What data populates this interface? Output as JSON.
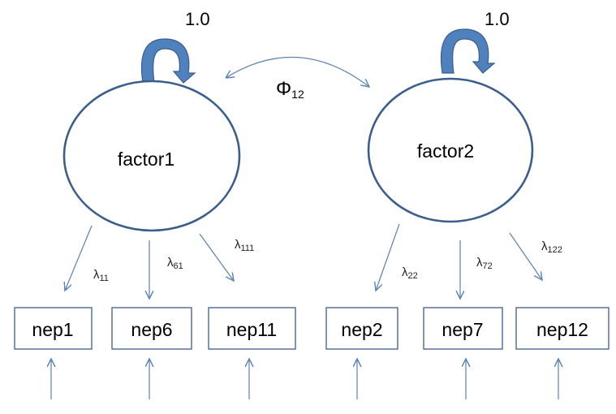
{
  "colors": {
    "stroke": "#3b5e8c",
    "arrow": "#5a82b5",
    "loop_fill": "#4f81bd",
    "text": "#000000"
  },
  "factors": [
    {
      "id": "factor1",
      "label": "factor1",
      "variance": "1.0"
    },
    {
      "id": "factor2",
      "label": "factor2",
      "variance": "1.0"
    }
  ],
  "covariance": {
    "symbol": "Φ",
    "subscript": "12"
  },
  "indicators": [
    {
      "label": "nep1",
      "factor": "factor1",
      "loading_symbol": "λ",
      "loading_sub": "11"
    },
    {
      "label": "nep6",
      "factor": "factor1",
      "loading_symbol": "λ",
      "loading_sub": "61"
    },
    {
      "label": "nep11",
      "factor": "factor1",
      "loading_symbol": "λ",
      "loading_sub": "111"
    },
    {
      "label": "nep2",
      "factor": "factor2",
      "loading_symbol": "λ",
      "loading_sub": "22"
    },
    {
      "label": "nep7",
      "factor": "factor2",
      "loading_symbol": "λ",
      "loading_sub": "72"
    },
    {
      "label": "nep12",
      "factor": "factor2",
      "loading_symbol": "λ",
      "loading_sub": "122"
    }
  ]
}
